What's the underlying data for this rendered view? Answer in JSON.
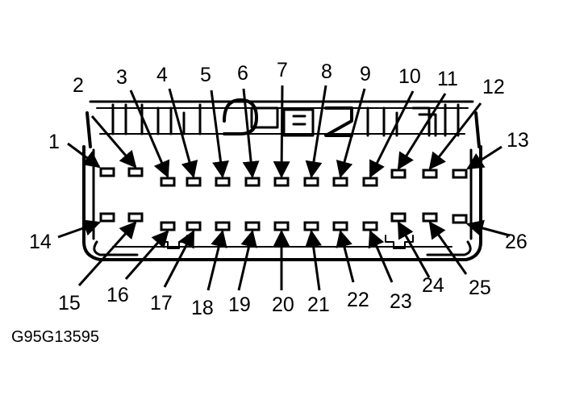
{
  "diagram": {
    "figure_id": "G95G13595",
    "top_row_pins": [
      "1",
      "2",
      "3",
      "4",
      "5",
      "6",
      "7",
      "8",
      "9",
      "10",
      "11",
      "12",
      "13"
    ],
    "bottom_row_pins": [
      "14",
      "15",
      "16",
      "17",
      "18",
      "19",
      "20",
      "21",
      "22",
      "23",
      "24",
      "25",
      "26"
    ]
  }
}
